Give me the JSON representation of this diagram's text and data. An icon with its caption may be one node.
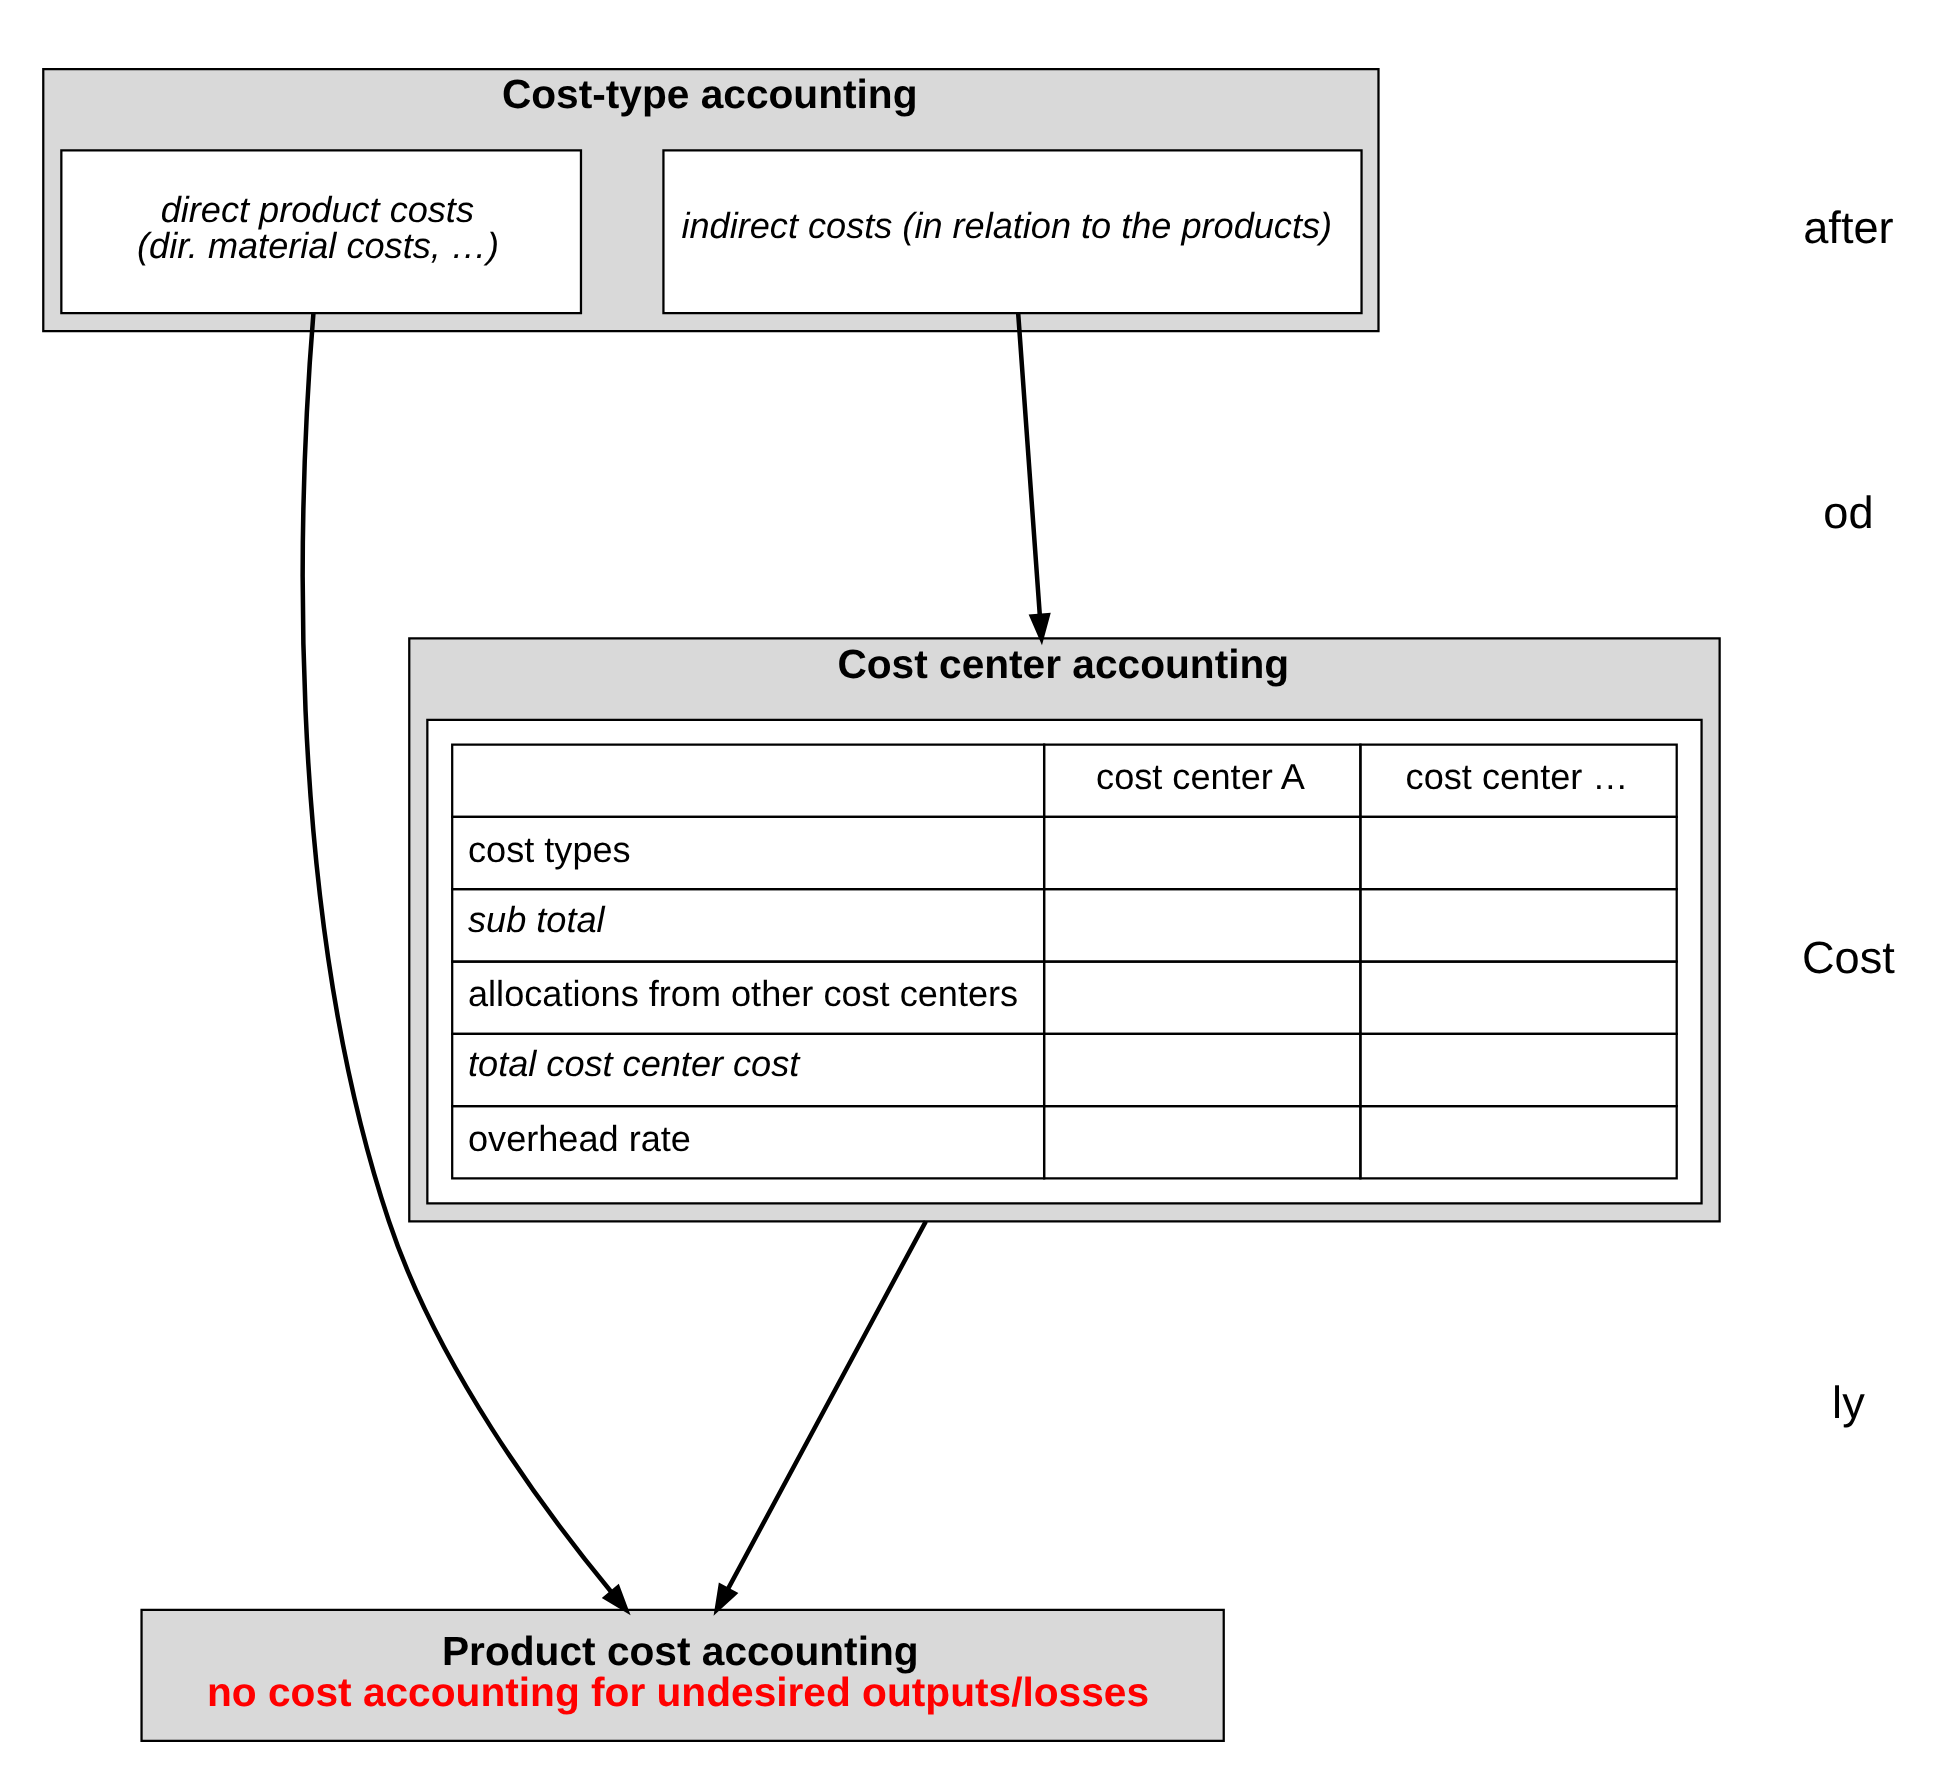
{
  "diagram": {
    "nodes": [
      {
        "text": [
          "Cost-type accounting"
        ]
      },
      {
        "text": [
          "direct product costs",
          "(dir. material costs, …)"
        ],
        "in": 0
      },
      {
        "text": [
          "indirect costs (in relation to the products)"
        ],
        "in": 0
      },
      {
        "text": [
          "Cost center accounting"
        ]
      },
      {
        "text": [
          "Product cost accounting",
          "no cost accounting for undesired outputs/losses"
        ]
      }
    ],
    "edges": [
      {
        "from": 1,
        "to": 4,
        "arrow": "to"
      },
      {
        "from": 2,
        "to": 3,
        "arrow": "to"
      },
      {
        "from": 3,
        "to": 4,
        "arrow": "to"
      }
    ],
    "labels": [
      "cost center A",
      "cost center …",
      "cost types",
      "sub total",
      "allocations from other cost centers",
      "total cost center cost",
      "overhead rate",
      "after",
      "od",
      "Cost",
      "ly"
    ]
  }
}
